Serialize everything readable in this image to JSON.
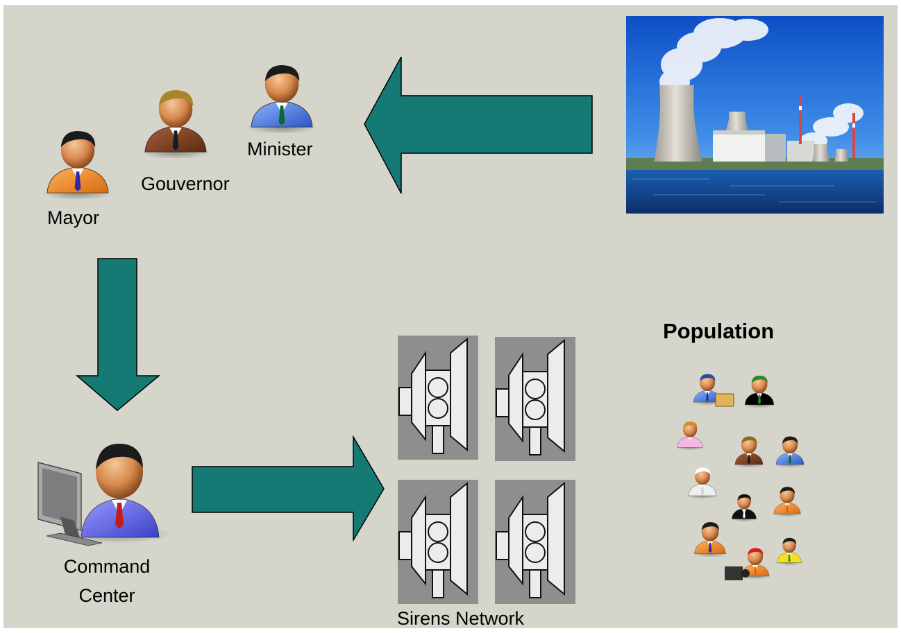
{
  "labels": {
    "mayor": "Mayor",
    "governor": "Gouvernor",
    "minister": "Minister",
    "command_center_line1": "Command",
    "command_center_line2": "Center",
    "sirens": "Sirens Network",
    "population": "Population"
  },
  "colors": {
    "background": "#d6d5cb",
    "arrow_fill": "#157a74",
    "arrow_stroke": "#000000"
  },
  "icons": {
    "mayor": "person-icon",
    "governor": "person-icon",
    "minister": "person-icon",
    "command_center": "computer-operator-icon",
    "plant": "nuclear-power-plant-photo",
    "siren": "siren-speaker-icon",
    "population": "crowd-icons"
  },
  "arrows": [
    {
      "name": "plant-to-officials",
      "direction": "left"
    },
    {
      "name": "mayor-to-command-center",
      "direction": "down"
    },
    {
      "name": "command-center-to-sirens",
      "direction": "right"
    }
  ]
}
